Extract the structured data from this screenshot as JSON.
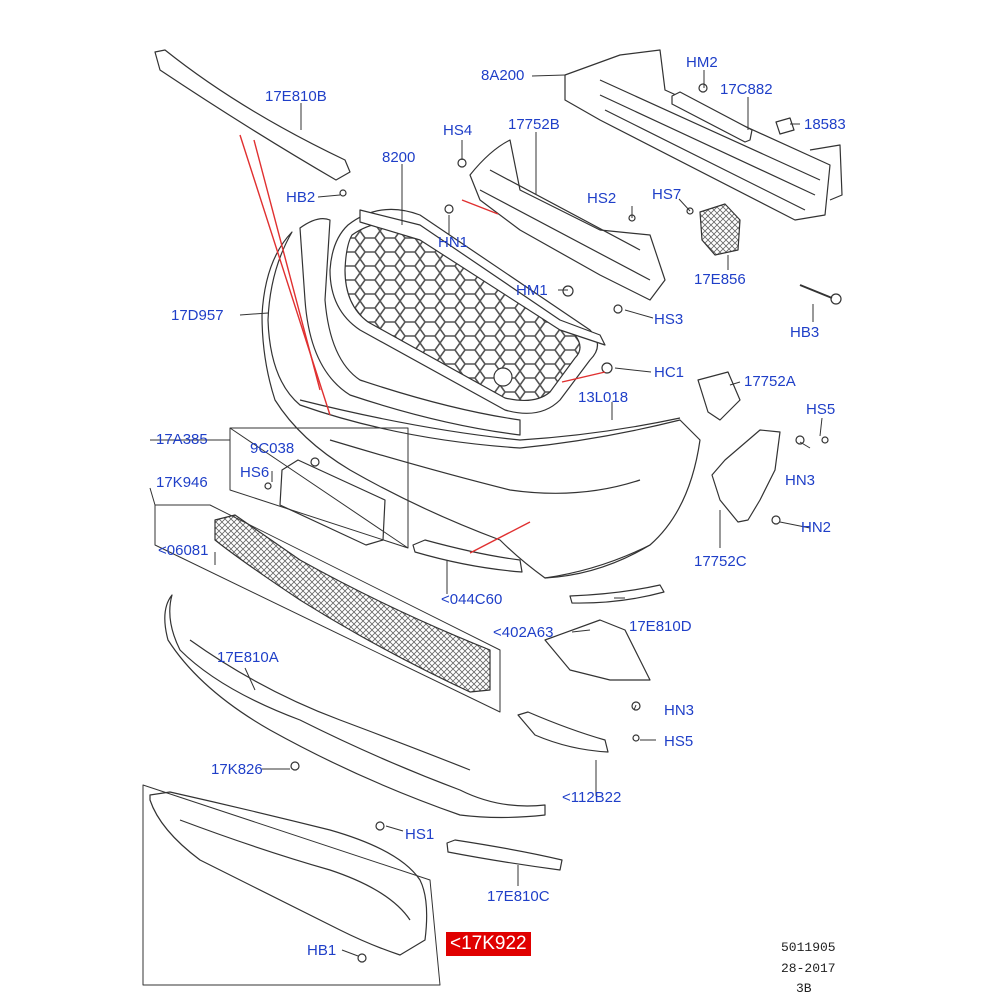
{
  "diagram": {
    "colors": {
      "label": "#1f3fc8",
      "highlight_bg": "#e00000",
      "highlight_text": "#ffffff",
      "line": "#333333",
      "callout": "#e03030"
    },
    "labels": {
      "l_8A200": "8A200",
      "l_HM2": "HM2",
      "l_17C882": "17C882",
      "l_18583": "18583",
      "l_17E810B": "17E810B",
      "l_HS4": "HS4",
      "l_17752B": "17752B",
      "l_8200": "8200",
      "l_HB2": "HB2",
      "l_HS2": "HS2",
      "l_HS7": "HS7",
      "l_HN1": "HN1",
      "l_17E856": "17E856",
      "l_HM1": "HM1",
      "l_HS3": "HS3",
      "l_HB3": "HB3",
      "l_17D957": "17D957",
      "l_HC1": "HC1",
      "l_17752A": "17752A",
      "l_13L018": "13L018",
      "l_HS5a": "HS5",
      "l_17A385": "17A385",
      "l_9C038": "9C038",
      "l_HN3a": "HN3",
      "l_HS6": "HS6",
      "l_17K946": "17K946",
      "l_HN2": "HN2",
      "l_06081": "<06081",
      "l_17752C": "17752C",
      "l_044C60": "<044C60",
      "l_17E810D": "17E810D",
      "l_402A63": "<402A63",
      "l_17E810A": "17E810A",
      "l_HN3b": "HN3",
      "l_HS5b": "HS5",
      "l_17K826": "17K826",
      "l_112B22": "<112B22",
      "l_HS1": "HS1",
      "l_17E810C": "17E810C",
      "l_HB1": "HB1"
    },
    "highlight": "<17K922",
    "footer": {
      "code": "5011905",
      "date": "28-2017",
      "rev": "3B"
    }
  }
}
